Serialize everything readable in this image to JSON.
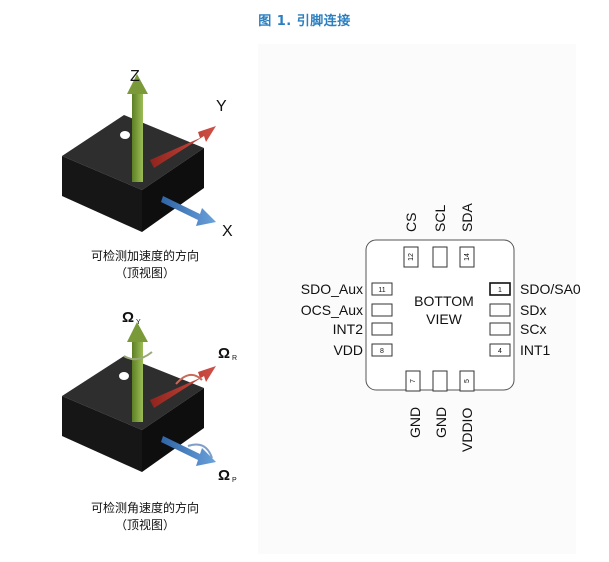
{
  "figure": {
    "title": "图 1. 引脚连接"
  },
  "top_view_accel": {
    "axes": {
      "z": "Z",
      "y": "Y",
      "x": "X"
    },
    "caption_line1": "可检测加速度的方向",
    "caption_line2": "（顶视图）"
  },
  "top_view_gyro": {
    "axes": {
      "yaw": "Ω",
      "yaw_sub": "Y",
      "roll": "Ω",
      "roll_sub": "R",
      "pitch": "Ω",
      "pitch_sub": "P"
    },
    "caption_line1": "可检测角速度的方向",
    "caption_line2": "（顶视图）"
  },
  "package": {
    "center_line1": "BOTTOM",
    "center_line2": "VIEW",
    "top_pins": [
      {
        "label": "CS",
        "number": "12"
      },
      {
        "label": "SCL",
        "number": ""
      },
      {
        "label": "SDA",
        "number": "14"
      }
    ],
    "left_pins": [
      {
        "label": "SDO_Aux",
        "number": "11"
      },
      {
        "label": "OCS_Aux",
        "number": ""
      },
      {
        "label": "INT2",
        "number": ""
      },
      {
        "label": "VDD",
        "number": "8"
      }
    ],
    "right_pins": [
      {
        "label": "SDO/SA0",
        "number": "1"
      },
      {
        "label": "SDx",
        "number": ""
      },
      {
        "label": "SCx",
        "number": ""
      },
      {
        "label": "INT1",
        "number": "4"
      }
    ],
    "bottom_pins": [
      {
        "label": "GND",
        "number": "7"
      },
      {
        "label": "GND",
        "number": ""
      },
      {
        "label": "VDDIO",
        "number": "5"
      }
    ]
  },
  "colors": {
    "title": "#2b7fc0",
    "z_arrow": "#7a9a3a",
    "y_arrow": "#b7392f",
    "x_arrow": "#4f86c6",
    "chip_top": "#2a2a2a"
  }
}
